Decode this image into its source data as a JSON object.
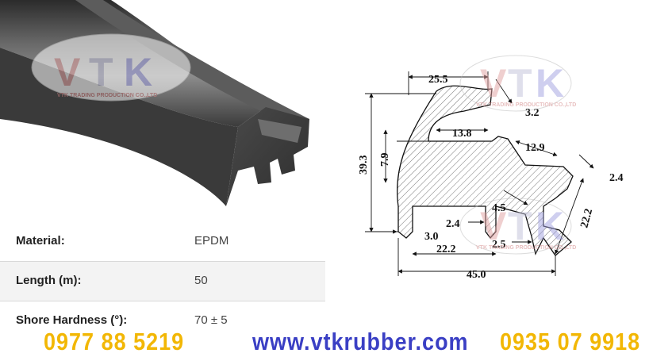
{
  "watermark": {
    "letters": [
      "V",
      "T",
      "K"
    ],
    "company": "VTK TRADING PRODUCTION CO.,LTD"
  },
  "drawing": {
    "dimensions": {
      "d_25_5": "25.5",
      "d_3_2": "3.2",
      "d_13_8": "13.8",
      "d_12_9": "12.9",
      "d_2_4_right": "2.4",
      "d_39_3": "39.3",
      "d_7_9": "7.9",
      "d_4_5": "4.5",
      "d_2_4_inner": "2.4",
      "d_22_2_vertical": "22.2",
      "d_3_0": "3.0",
      "d_2_5": "2.5",
      "d_22_2_bottom": "22.2",
      "d_45_0": "45.0"
    }
  },
  "specs": [
    {
      "label": "Material:",
      "value": "EPDM"
    },
    {
      "label": "Length (m):",
      "value": "50"
    },
    {
      "label": "Shore Hardness (°):",
      "value": "70 ± 5"
    }
  ],
  "footer": {
    "phone_left": "0977 88 5219",
    "website": "www.vtkrubber.com",
    "phone_right": "0935 07 9918"
  },
  "colors": {
    "accent_yellow": "#f2b705",
    "accent_blue": "#3a3fc4",
    "watermark_red": "#e0a0a0",
    "watermark_purple": "#a0a0e0"
  }
}
